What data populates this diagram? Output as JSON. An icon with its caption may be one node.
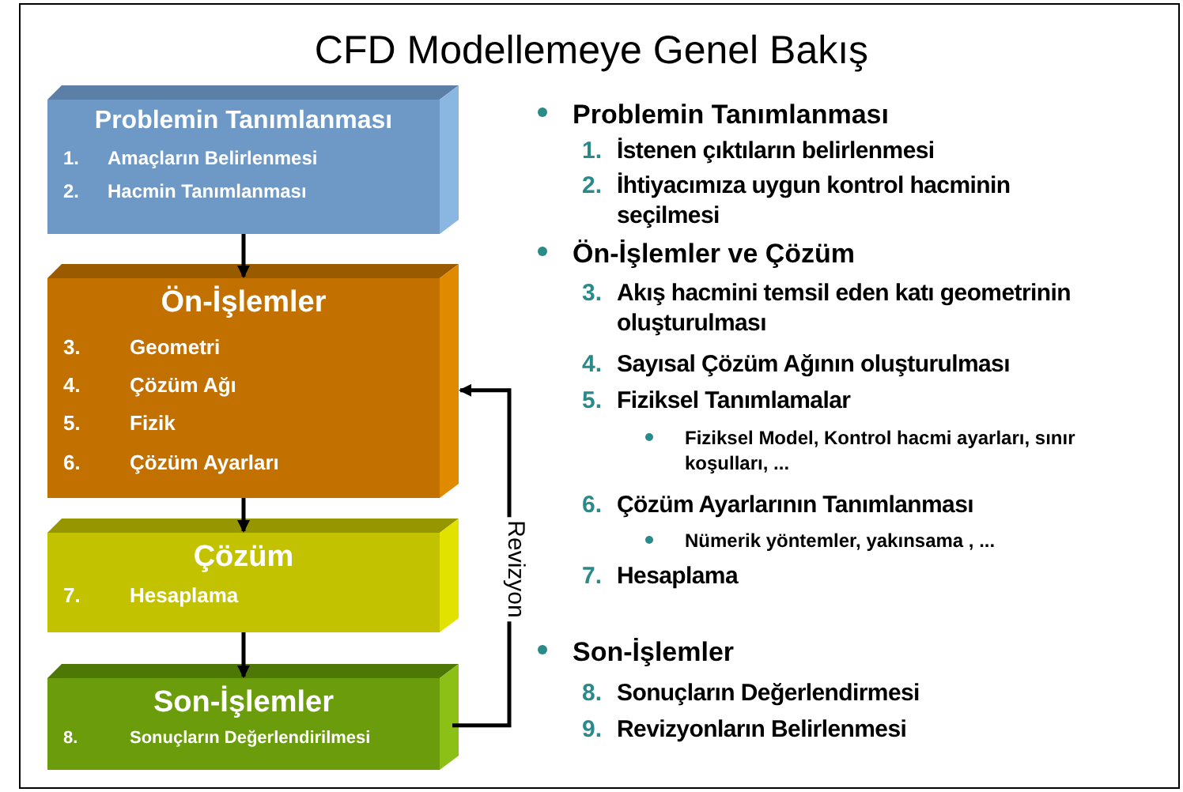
{
  "diagram": {
    "title": "CFD Modellemeye Genel Bakış",
    "nodes": [
      {
        "text": [
          "Problemin Tanımlanması",
          "1.",
          "Amaçların Belirlenmesi",
          "2.",
          "Hacmin Tanımlanması"
        ]
      },
      {
        "text": [
          "Ön-İşlemler",
          "3.",
          "Geometri",
          "4.",
          "Çözüm Ağı",
          "5.",
          "Fizik",
          "6.",
          "Çözüm Ayarları"
        ]
      },
      {
        "text": [
          "Çözüm",
          "7.",
          "Hesaplama"
        ]
      },
      {
        "text": [
          "Son-İşlemler",
          "8.",
          "Sonuçların Değerlendirilmesi"
        ]
      }
    ],
    "edges": [
      {
        "from": 0,
        "to": 1,
        "arrow": "to"
      },
      {
        "from": 1,
        "to": 2,
        "arrow": "to"
      },
      {
        "from": 2,
        "to": 3,
        "arrow": "to"
      },
      {
        "from": 3,
        "to": 1,
        "arrow": "to",
        "label": "Revizyon"
      }
    ],
    "labels": [
      "Problemin Tanımlanması",
      "1.",
      "İstenen çıktıların belirlenmesi",
      "2.",
      "İhtiyacımıza uygun kontrol hacminin seçilmesi",
      "Ön-İşlemler ve Çözüm",
      "3.",
      "Akış hacmini temsil eden katı geometrinin oluşturulması",
      "4.",
      "Sayısal Çözüm Ağının oluşturulması",
      "5.",
      "Fiziksel Tanımlamalar",
      "Fiziksel Model, Kontrol hacmi ayarları, sınır koşulları, ...",
      "6.",
      "Çözüm Ayarlarının Tanımlanması",
      "Nümerik yöntemler, yakınsama , ...",
      "7.",
      "Hesaplama",
      "Son-İşlemler",
      "8.",
      "Sonuçların Değerlendirmesi",
      "9.",
      "Revizyonların Belirlenmesi"
    ]
  }
}
